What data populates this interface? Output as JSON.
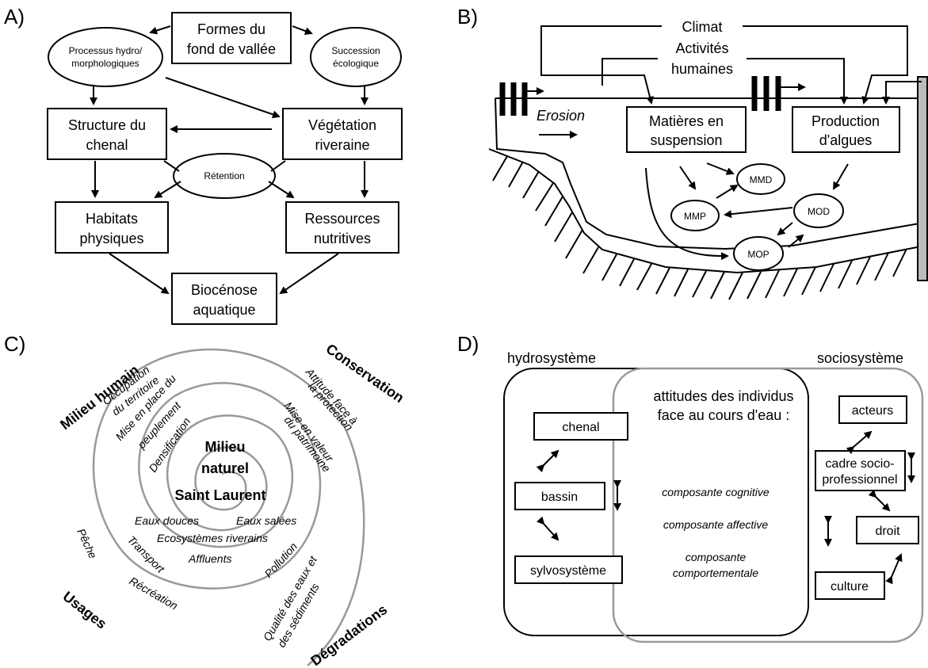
{
  "panel_a": {
    "label": "A)",
    "formes": [
      "Formes du",
      "fond de vallée"
    ],
    "processus": [
      "Processus hydro/",
      "morphologiques"
    ],
    "succession": [
      "Succession",
      "écologique"
    ],
    "structure": [
      "Structure du",
      "chenal"
    ],
    "vegetation": [
      "Végétation",
      "riveraine"
    ],
    "retention": "Rétention",
    "habitats": [
      "Habitats",
      "physiques"
    ],
    "ressources": [
      "Ressources",
      "nutritives"
    ],
    "biocenose": [
      "Biocénose",
      "aquatique"
    ]
  },
  "panel_b": {
    "label": "B)",
    "climat": "Climat",
    "activites": [
      "Activités",
      "humaines"
    ],
    "erosion": "Erosion",
    "matieres": [
      "Matières en",
      "suspension"
    ],
    "production": [
      "Production",
      "d'algues"
    ],
    "mmd": "MMD",
    "mmp": "MMP",
    "mod": "MOD",
    "mop": "MOP"
  },
  "panel_c": {
    "label": "C)",
    "milieu_humain": "Milieu humain",
    "conservation": "Conservation",
    "usages": "Usages",
    "degradations": "Dégradations",
    "milieu_naturel": [
      "Milieu",
      "naturel"
    ],
    "saint_laurent": "Saint Laurent",
    "occupation": [
      "Occupation",
      "du territoire"
    ],
    "mise_peuplement": [
      "Mise en place du",
      "peuplement"
    ],
    "densification": "Densification",
    "attitude": [
      "Attitude face à",
      "la protection"
    ],
    "mise_valeur": [
      "Mise en valeur",
      "du patrimoine"
    ],
    "eaux_douces": "Eaux douces",
    "eaux_salees": "Eaux salées",
    "ecosystemes": "Ecosystèmes riverains",
    "affluents": "Affluents",
    "peche": "Pêche",
    "transport": "Transport",
    "recreation": "Récréation",
    "pollution": "Pollution",
    "qualite": [
      "Qualité des eaux et",
      "des sédiments"
    ]
  },
  "panel_d": {
    "label": "D)",
    "hydrosysteme": "hydrosystème",
    "sociosysteme": "sociosystème",
    "attitudes": [
      "attitudes des individus",
      "face au cours d'eau :"
    ],
    "chenal": "chenal",
    "bassin": "bassin",
    "sylvosysteme": "sylvosystème",
    "cognitive": "composante cognitive",
    "affective": "composante affective",
    "comportementale": [
      "composante",
      "comportementale"
    ],
    "acteurs": "acteurs",
    "cadre": [
      "cadre socio-",
      "professionnel"
    ],
    "droit": "droit",
    "culture": "culture"
  }
}
